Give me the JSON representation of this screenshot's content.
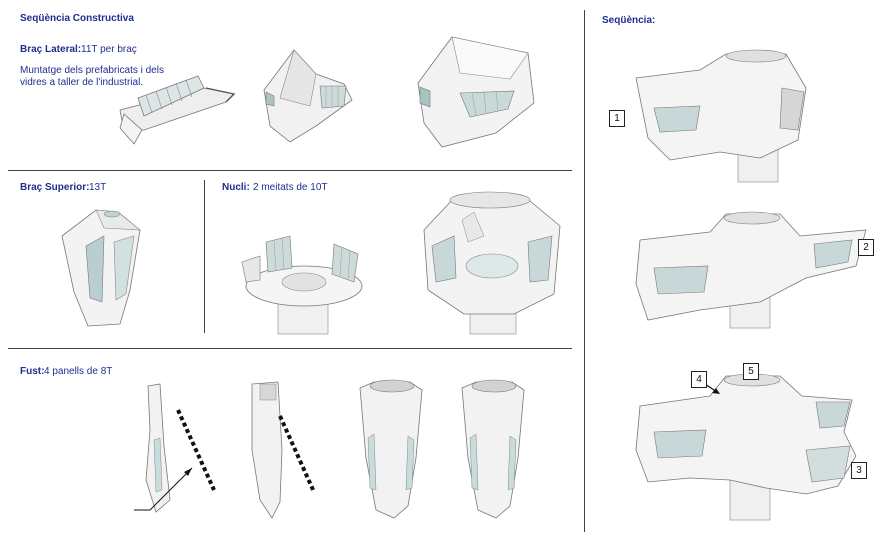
{
  "title": "Seqüència Constructiva",
  "brac_lateral": {
    "label": "Braç Lateral:",
    "value": "11T per braç",
    "note": "Muntatge dels prefabricats i dels vidres a taller de l'industrial."
  },
  "brac_superior": {
    "label": "Braç Superior:",
    "value": "13T"
  },
  "nucli": {
    "label": "Nucli:",
    "value": "2 meitats de 10T"
  },
  "fust": {
    "label": "Fust:",
    "value": "4 panells de 8T"
  },
  "sequencia": {
    "label": "Seqüència:",
    "steps": [
      "1",
      "2",
      "3",
      "4",
      "5"
    ]
  },
  "colors": {
    "heading": "#1f2f8f",
    "panel": "#f2f2f2",
    "glass": "#bfd8d8",
    "divider": "#444444"
  }
}
